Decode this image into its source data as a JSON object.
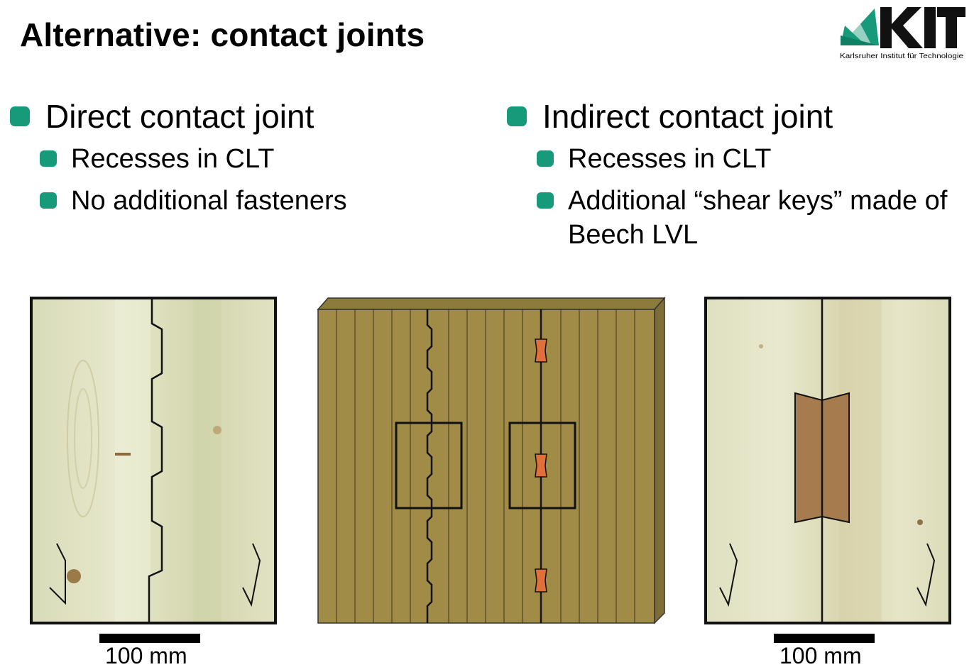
{
  "title": "Alternative: contact joints",
  "logo": {
    "wordmark": "KIT",
    "tagline": "Karlsruher Institut für Technologie",
    "accent_color": "#009682"
  },
  "columns": [
    {
      "heading": "Direct contact joint",
      "items": [
        "Recesses in CLT",
        "No additional fasteners"
      ]
    },
    {
      "heading": "Indirect contact joint",
      "items": [
        "Recesses in CLT",
        "Additional “shear keys” made of Beech LVL"
      ]
    }
  ],
  "figures": {
    "direct_photo": {
      "scale_label": "100 mm"
    },
    "schematic": {
      "panel_color": "#a08c46",
      "key_color": "#e0703a"
    },
    "indirect_photo": {
      "scale_label": "100 mm"
    }
  },
  "colors": {
    "bullet": "#179a7a",
    "wood_light": "#dcdcb8",
    "wood_key": "#a67c4e"
  }
}
